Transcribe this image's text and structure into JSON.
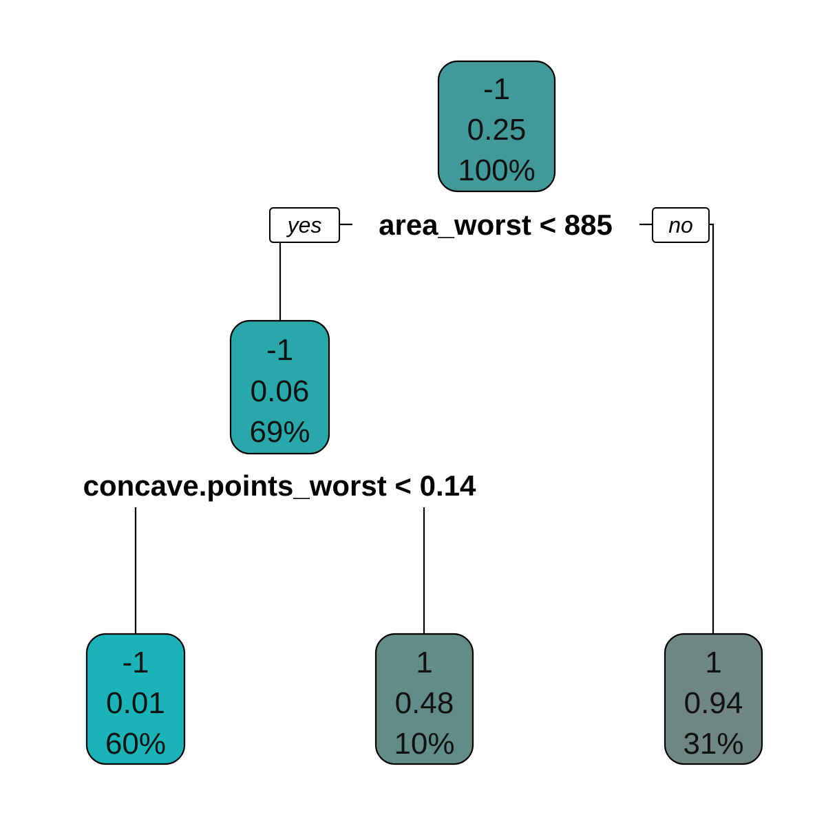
{
  "tree": {
    "nodes": {
      "root": {
        "class": "-1",
        "prob": "0.25",
        "pct": "100%",
        "fill": "#41999a"
      },
      "left": {
        "class": "-1",
        "prob": "0.06",
        "pct": "69%",
        "fill": "#28a8ab"
      },
      "ll": {
        "class": "-1",
        "prob": "0.01",
        "pct": "60%",
        "fill": "#1ab3b7"
      },
      "lr": {
        "class": "1",
        "prob": "0.48",
        "pct": "10%",
        "fill": "#618c87"
      },
      "right": {
        "class": "1",
        "prob": "0.94",
        "pct": "31%",
        "fill": "#6e8782"
      }
    },
    "splits": {
      "root": "area_worst < 885",
      "left": "concave.points_worst < 0.14"
    },
    "tags": {
      "yes": "yes",
      "no": "no"
    }
  }
}
